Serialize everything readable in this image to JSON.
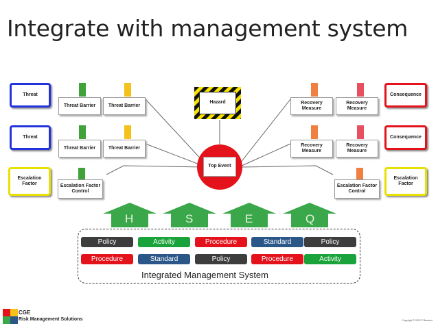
{
  "slide": {
    "title": "Integrate with management system"
  },
  "bowtie": {
    "threats": [
      "Threat",
      "Threat"
    ],
    "escalation_factor": "Escalation Factor",
    "escalation_factor_control_left": "Escalation Factor Control",
    "threat_barrier": "Threat Barrier",
    "hazard": "Hazard",
    "top_event": "Top Event",
    "recovery_measure": "Recovery Measure",
    "consequences": [
      "Consequence",
      "Consequence"
    ],
    "escalation_factor_right": "Escalation Factor",
    "escalation_factor_control_right": "Escalation Factor Control"
  },
  "hseq": {
    "letters": [
      "H",
      "S",
      "E",
      "Q"
    ],
    "row1": [
      "Policy",
      "Activity",
      "Procedure",
      "Standard",
      "Policy"
    ],
    "row2": [
      "Procedure",
      "Standard",
      "Policy",
      "Procedure",
      "Activity"
    ],
    "system_label": "Integrated Management System"
  },
  "footer": {
    "brand": "CGE",
    "tagline": "Risk Management Solutions",
    "copyright": "Copyright © 2012 P Beerens"
  },
  "colors": {
    "threat_border": "#2233dd",
    "consequence_border": "#e3121b",
    "escalation_border": "#e8e000",
    "arrow_green": "#3aa84a",
    "pill_dark": "#3d3d3d",
    "pill_green": "#1aa33a",
    "pill_red": "#e3121b",
    "pill_blue": "#2a5688"
  }
}
